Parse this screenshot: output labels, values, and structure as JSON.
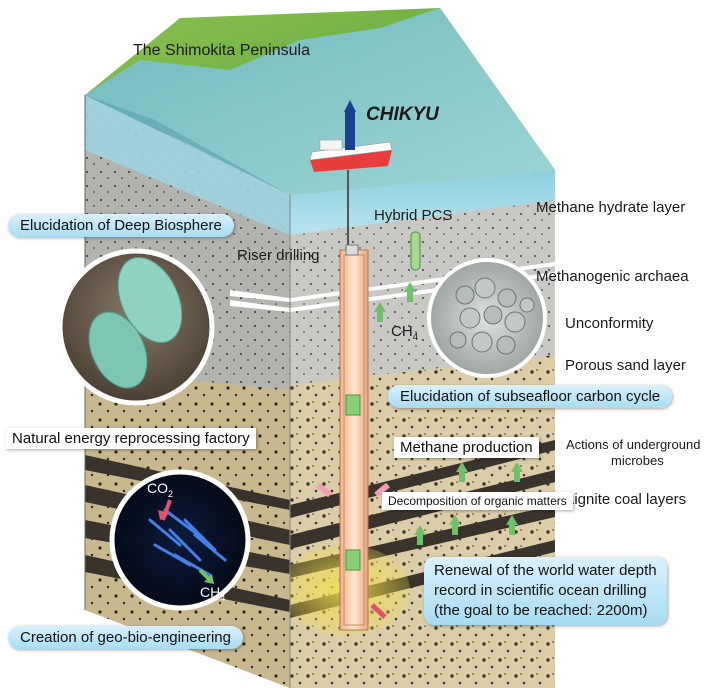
{
  "labels": {
    "peninsula": "The Shimokita Peninsula",
    "ship": "CHIKYU",
    "hybrid_pcs": "Hybrid PCS",
    "methane_hydrate": "Methane hydrate layer",
    "riser_drilling": "Riser drilling",
    "methanogenic": "Methanogenic archaea",
    "ch4_main": "CH",
    "ch4_main_sub": "4",
    "unconformity": "Unconformity",
    "porous_sand": "Porous sand layer",
    "actions_line1": "Actions of underground",
    "actions_line2": "microbes",
    "lignite": "Lignite coal layers",
    "co2": "CO",
    "co2_sub": "2",
    "ch4_inset": "CH",
    "ch4_inset_sub": "4"
  },
  "callouts": {
    "deep_biosphere": "Elucidation of Deep Biosphere",
    "carbon_cycle": "Elucidation of subseafloor carbon cycle",
    "natural_energy": "Natural energy reprocessing factory",
    "methane_production": "Methane production",
    "decomposition": "Decomposition of organic matters",
    "renewal_line1": "Renewal of the world water depth",
    "renewal_line2": "record in scientific ocean drilling",
    "renewal_line3": "(the goal to be reached: 2200m)",
    "geo_bio": "Creation of geo-bio-engineering"
  },
  "colors": {
    "sea": "#7fc4d8",
    "land": "#7cb94a",
    "upper_sediment": "#c9c9c5",
    "lower_sediment": "#d8c9a4",
    "coal": "#3a332c",
    "pill": "#bfe6f7",
    "arrow_up": "#6fc06a",
    "arrow_pink": "#e0506f"
  }
}
